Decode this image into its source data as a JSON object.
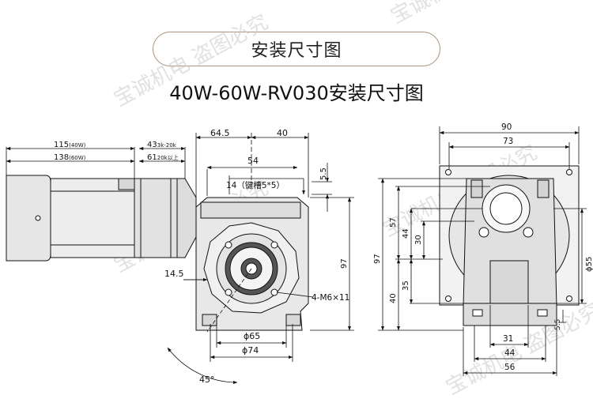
{
  "header": {
    "banner_title": "安装尺寸图",
    "subtitle": "40W-60W-RV030安装尺寸图"
  },
  "watermark": {
    "text": "宝诚机电 盗图必究",
    "color": "#c9c9c9"
  },
  "colors": {
    "line": "#111111",
    "part_fill": "#e9e9e9",
    "part_dark": "#555555",
    "banner_border": "#a8927a"
  },
  "side_view": {
    "dims": {
      "len_40w_value": "115",
      "len_40w_tag": "(40W)",
      "len_60w_value": "138",
      "len_60w_tag": "(60W)",
      "ext_a_value": "43",
      "ext_a_tag": "3k-20k",
      "ext_b_value": "61",
      "ext_b_tag": "20k以上"
    }
  },
  "front_view": {
    "dims": {
      "d64_5": "64.5",
      "d40_top": "40",
      "d54": "54",
      "d5_5_top": "5.5",
      "keyway": "14（键槽5*5）",
      "d14_5": "14.5",
      "holes": "4-M6×11",
      "d97_front": "97",
      "phi65": "ϕ65",
      "phi74": "ϕ74",
      "angle": "45°"
    }
  },
  "end_view": {
    "dims": {
      "d90": "90",
      "d73": "73",
      "d97": "97",
      "d57": "57",
      "d44_v": "44",
      "d30": "30",
      "d40_v": "40",
      "d35": "35",
      "phi55": "ϕ55",
      "d5_5_side": "5.5",
      "d31": "31",
      "d44_h": "44",
      "d56": "56"
    }
  }
}
